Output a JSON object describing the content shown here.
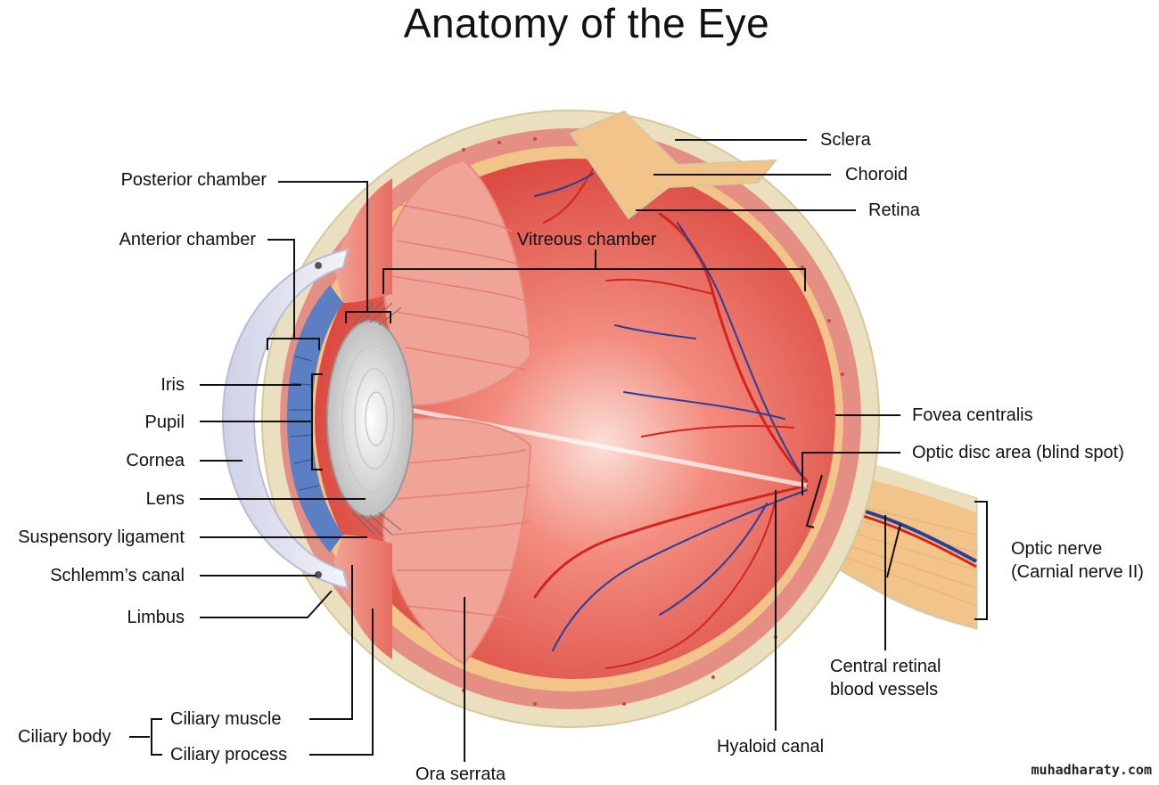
{
  "title": "Anatomy of the Eye",
  "labels": {
    "posterior_chamber": "Posterior chamber",
    "anterior_chamber": "Anterior chamber",
    "iris": "Iris",
    "pupil": "Pupil",
    "cornea": "Cornea",
    "lens": "Lens",
    "suspensory_ligament": "Suspensory ligament",
    "schlemms_canal": "Schlemm’s canal",
    "limbus": "Limbus",
    "ciliary_body": "Ciliary body",
    "ciliary_muscle": "Ciliary muscle",
    "ciliary_process": "Ciliary process",
    "ora_serrata": "Ora serrata",
    "vitreous_chamber": "Vitreous chamber",
    "sclera": "Sclera",
    "choroid": "Choroid",
    "retina": "Retina",
    "fovea_centralis": "Fovea centralis",
    "optic_disc": "Optic disc area (blind spot)",
    "optic_nerve_line1": "Optic nerve",
    "optic_nerve_line2": "(Carnial nerve II)",
    "central_retinal_line1": "Central retinal",
    "central_retinal_line2": "blood vessels",
    "hyaloid_canal": "Hyaloid canal"
  },
  "watermark": "muhadharaty.com",
  "colors": {
    "sclera": "#eadfbe",
    "choroid": "#e58e84",
    "retina": "#f2c48a",
    "vitreous": "#e9574f",
    "lens": "#dcdcdc",
    "iris": "#5b7fc2",
    "vessel_red": "#d3241b",
    "vessel_blue": "#2a3e9a",
    "leader": "#111111"
  }
}
